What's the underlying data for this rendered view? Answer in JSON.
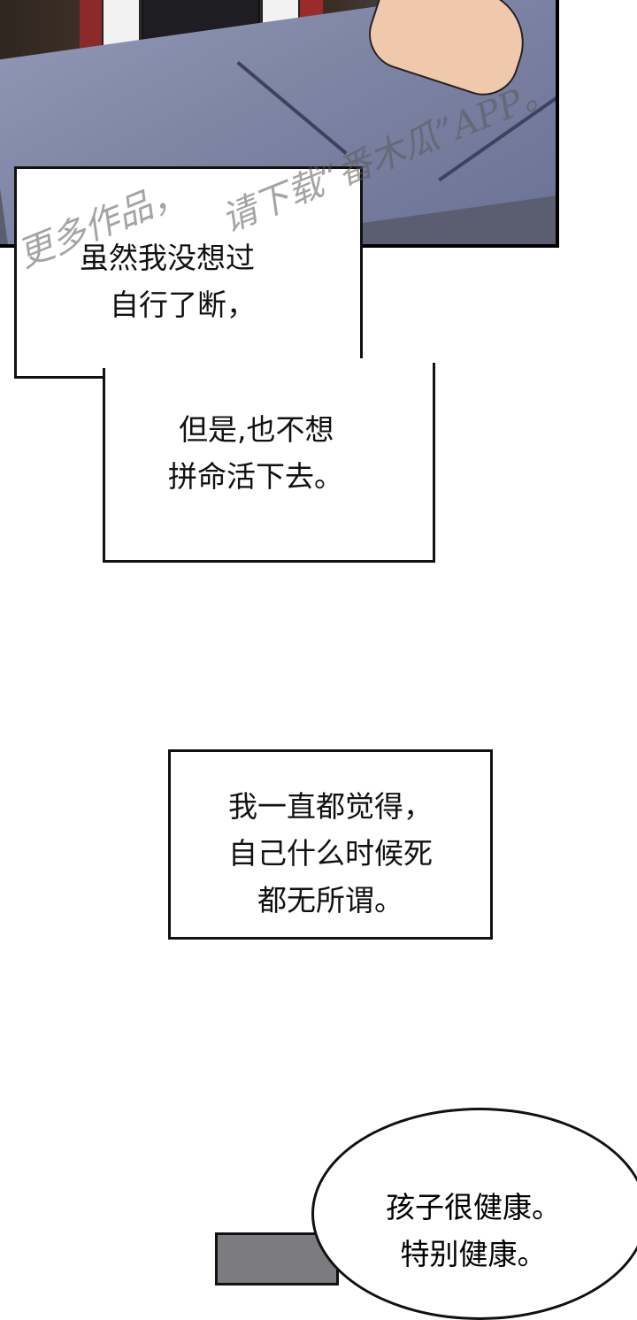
{
  "watermark": {
    "line1": "更多作品，",
    "line2": "请下载“番木瓜”APP。"
  },
  "captions": {
    "box1": [
      "虽然我没想过",
      "自行了断，"
    ],
    "box2": [
      "但是,也不想",
      "拼命活下去。"
    ],
    "box3": [
      "我一直都觉得，",
      "自己什么时候死",
      "都无所谓。"
    ],
    "bubble": [
      "孩子很健康。",
      "特别健康。"
    ]
  }
}
